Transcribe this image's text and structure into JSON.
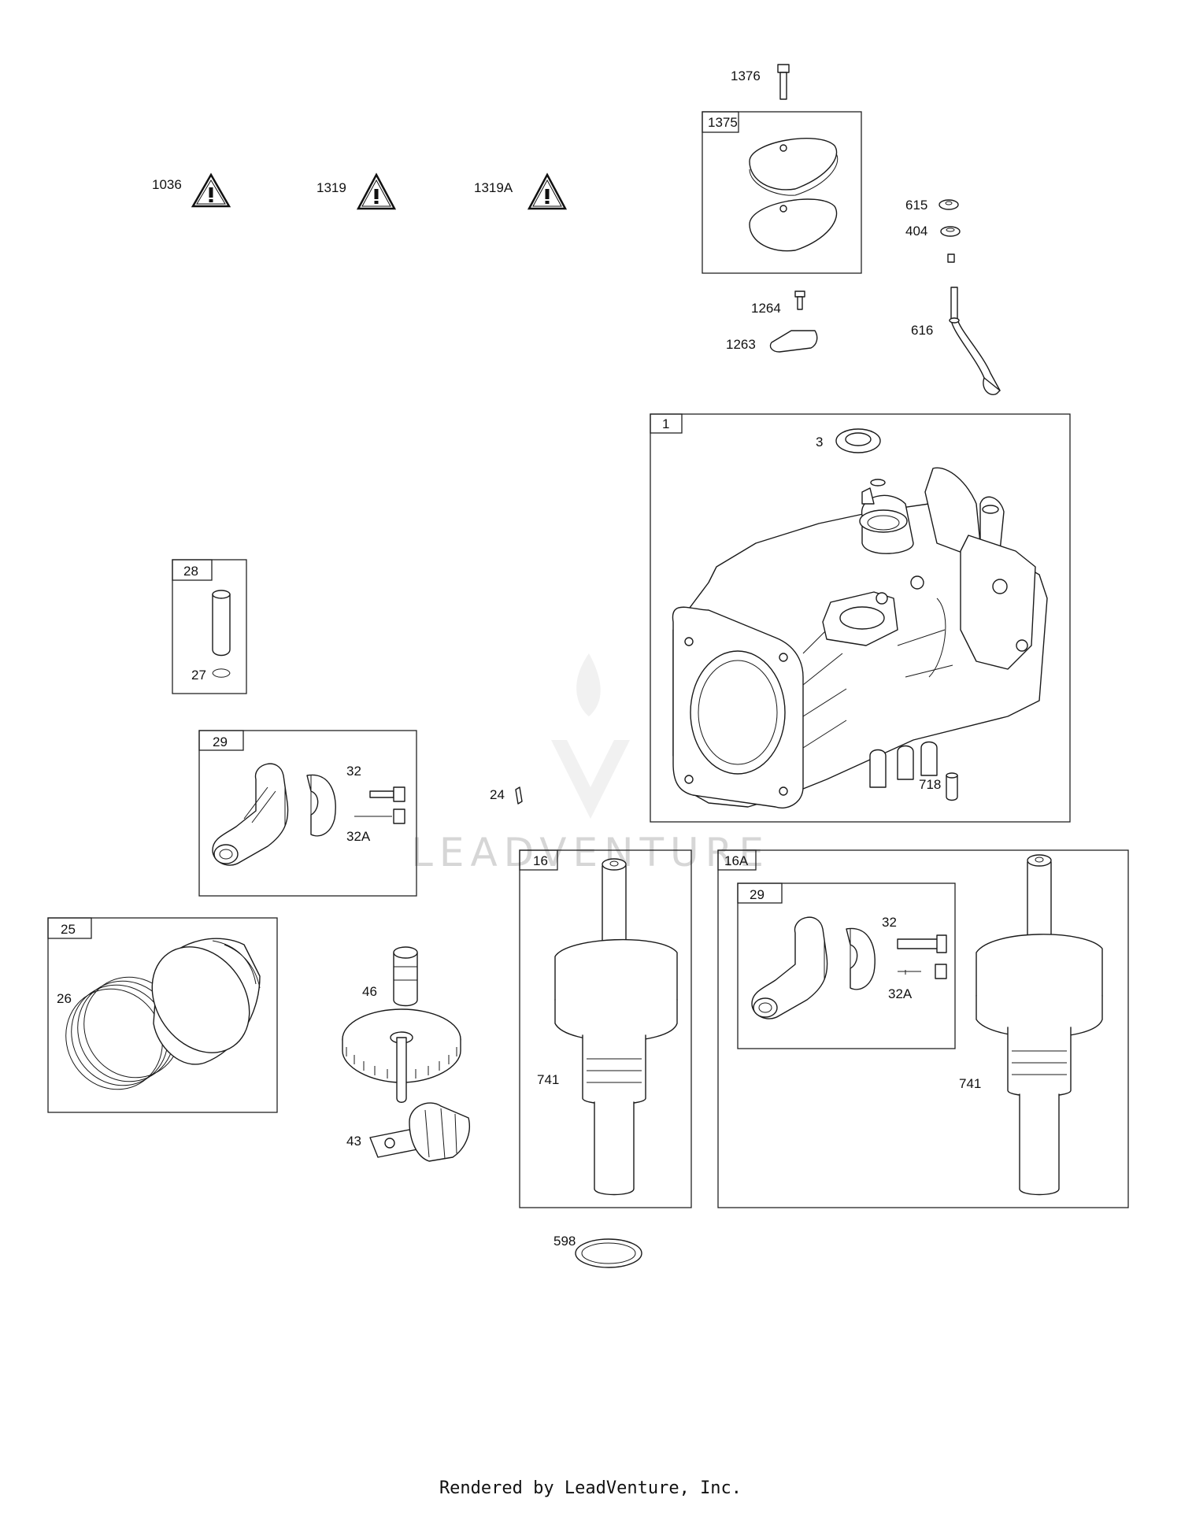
{
  "labels": {
    "p1376": "1376",
    "p1375": "1375",
    "p1036": "1036",
    "p1319": "1319",
    "p1319a": "1319A",
    "p615": "615",
    "p404": "404",
    "p616": "616",
    "p1264": "1264",
    "p1263": "1263",
    "p1": "1",
    "p3": "3",
    "p718": "718",
    "p28": "28",
    "p27": "27",
    "p29": "29",
    "p32": "32",
    "p32a": "32A",
    "p24": "24",
    "p25": "25",
    "p26": "26",
    "p46": "46",
    "p43": "43",
    "p16": "16",
    "p741": "741",
    "p16a": "16A",
    "p29b": "29",
    "p32b": "32",
    "p32ab": "32A",
    "p741b": "741",
    "p598": "598"
  },
  "watermark": "LEADVENTURE",
  "footer": "Rendered by LeadVenture, Inc."
}
